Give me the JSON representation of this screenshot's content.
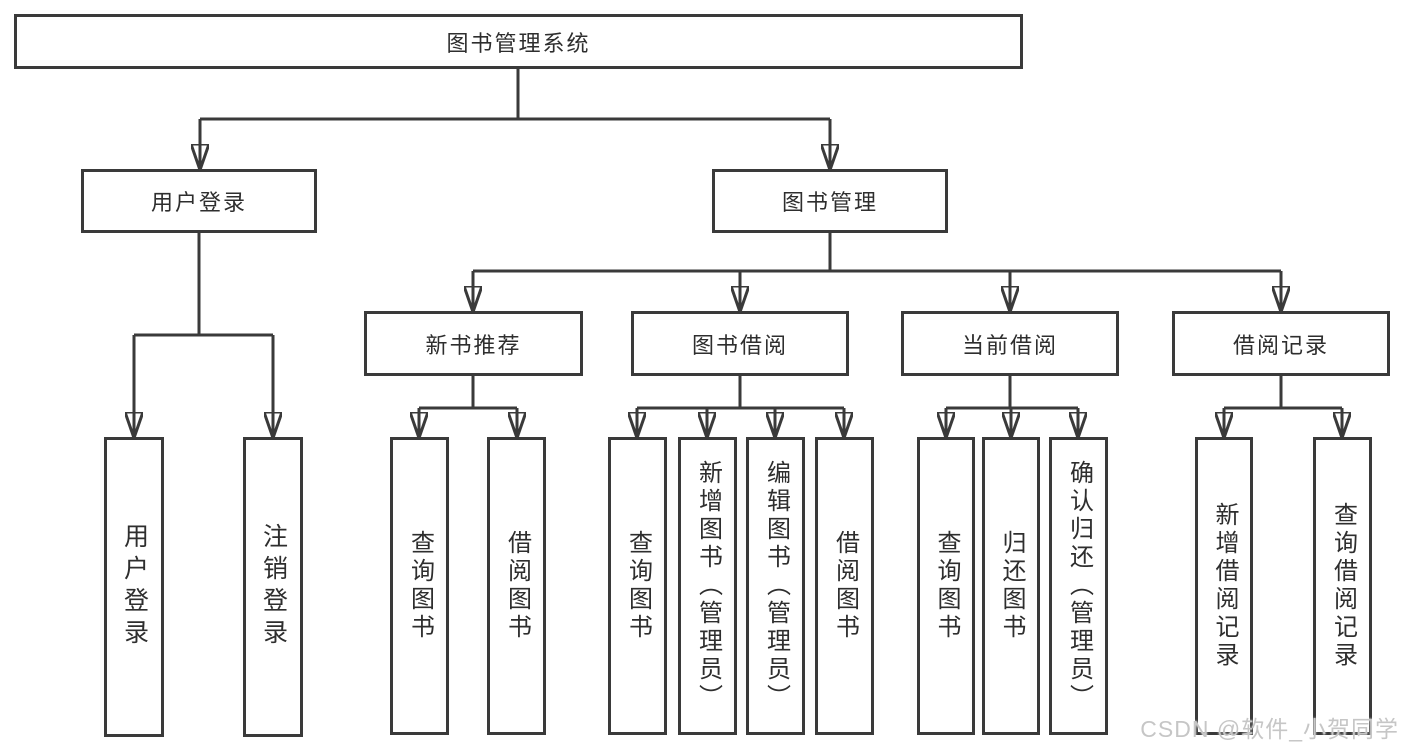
{
  "tree": {
    "root": {
      "label": "图书管理系统"
    },
    "branches": [
      {
        "label": "用户登录",
        "children": [
          {
            "label": "用户登录"
          },
          {
            "label": "注销登录"
          }
        ]
      },
      {
        "label": "图书管理",
        "children": [
          {
            "label": "新书推荐",
            "children": [
              {
                "label": "查询图书"
              },
              {
                "label": "借阅图书"
              }
            ]
          },
          {
            "label": "图书借阅",
            "children": [
              {
                "label": "查询图书"
              },
              {
                "label": "新增图书（管理员）"
              },
              {
                "label": "编辑图书（管理员）"
              },
              {
                "label": "借阅图书"
              }
            ]
          },
          {
            "label": "当前借阅",
            "children": [
              {
                "label": "查询图书"
              },
              {
                "label": "归还图书"
              },
              {
                "label": "确认归还（管理员）"
              }
            ]
          },
          {
            "label": "借阅记录",
            "children": [
              {
                "label": "新增借阅记录"
              },
              {
                "label": "查询借阅记录"
              }
            ]
          }
        ]
      }
    ]
  },
  "watermark": "CSDN @软件_小贺同学",
  "colors": {
    "line": "#3a3a3a",
    "text": "#2e2e2e",
    "background": "#ffffff",
    "watermark": "#c6c6c6"
  }
}
